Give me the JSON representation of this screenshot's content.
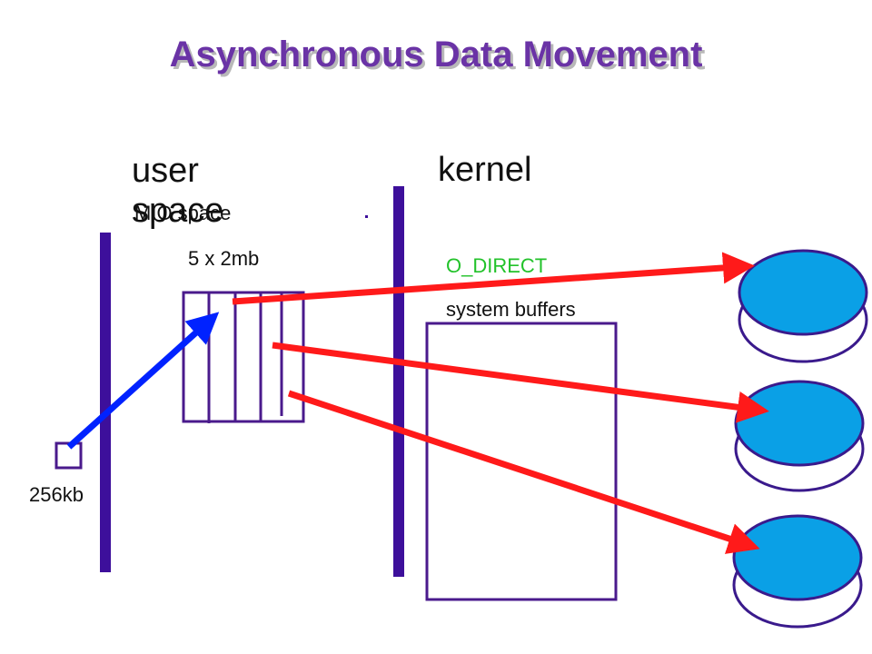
{
  "title": "Asynchronous Data Movement",
  "labels": {
    "user_space": "user space",
    "kernel": "kernel",
    "mio_space": "MIO space",
    "buffer_size": "5 x 2mb",
    "o_direct": "O_DIRECT",
    "system_buffers": "system buffers",
    "block_size": "256kb"
  },
  "colors": {
    "title": "#6a33a6",
    "divider": "#3d0f9b",
    "box_border": "#4a1a8c",
    "disk_fill": "#0aa0e6",
    "disk_border": "#3a1a8c",
    "arrow_red": "#ff1a1a",
    "arrow_blue": "#0022ff",
    "o_direct_text": "#22c22a"
  },
  "icons": [
    "disk-icon",
    "disk-icon",
    "disk-icon"
  ]
}
